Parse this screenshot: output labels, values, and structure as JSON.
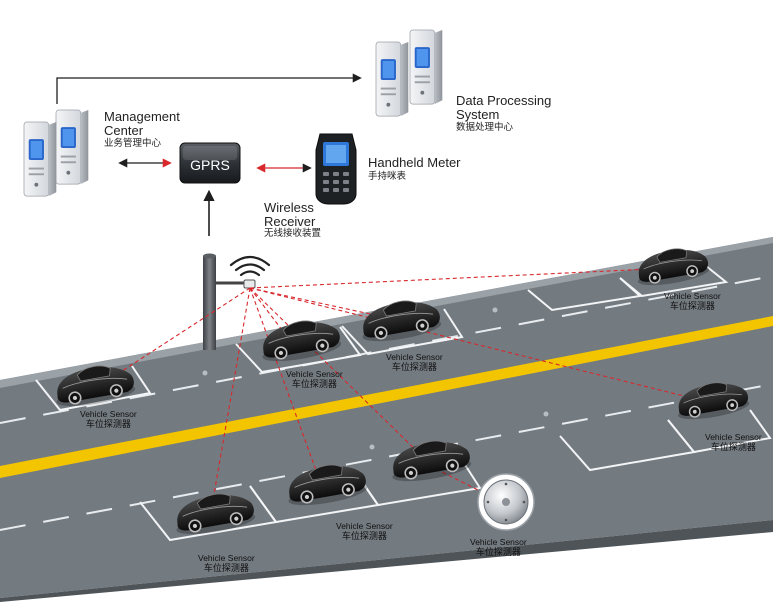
{
  "nodes": {
    "management": {
      "title_line1": "Management",
      "title_line2": "Center",
      "subtitle": "业务管理中心"
    },
    "data_processing": {
      "title_line1": "Data Processing",
      "title_line2": "System",
      "subtitle": "数据处理中心"
    },
    "gprs": {
      "label": "GPRS"
    },
    "handheld": {
      "title": "Handheld Meter",
      "subtitle": "手持咪表"
    },
    "wireless": {
      "title_line1": "Wireless",
      "title_line2": "Receiver",
      "subtitle": "无线接收装置"
    }
  },
  "sensor_label": {
    "en": "Vehicle Sensor",
    "zh": "车位探测器"
  },
  "colors": {
    "road": "#6f757b",
    "center_line": "#f2c500",
    "signal_line": "#d8282c",
    "arrow": "#1f1f1f"
  }
}
